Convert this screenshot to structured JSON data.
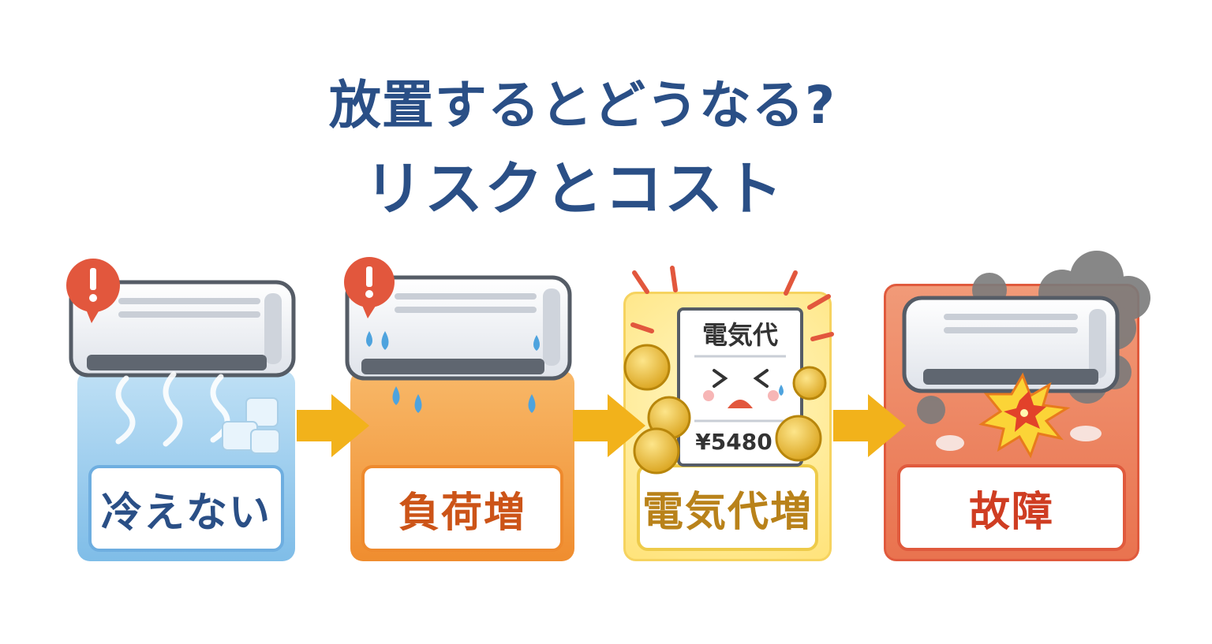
{
  "title": {
    "line1": "放置するとどうなる?",
    "line2": "リスクとコスト"
  },
  "steps": [
    {
      "label": "冷えない",
      "color": "#6eaee0"
    },
    {
      "label": "負荷増",
      "color": "#ee8a2e"
    },
    {
      "label": "電気代増",
      "color": "#eecb4a"
    },
    {
      "label": "故障",
      "color": "#e05a3d"
    }
  ],
  "bill": {
    "heading": "電気代",
    "amount": "¥5480"
  },
  "colors": {
    "title": "#2a4f86",
    "arrow": "#f2b21b"
  },
  "icons": [
    "warning-icon",
    "air-conditioner-icon",
    "water-drop-icon",
    "ice-cube-icon",
    "coin-icon",
    "bill-icon",
    "explosion-icon",
    "smoke-icon",
    "arrow-right-icon"
  ]
}
